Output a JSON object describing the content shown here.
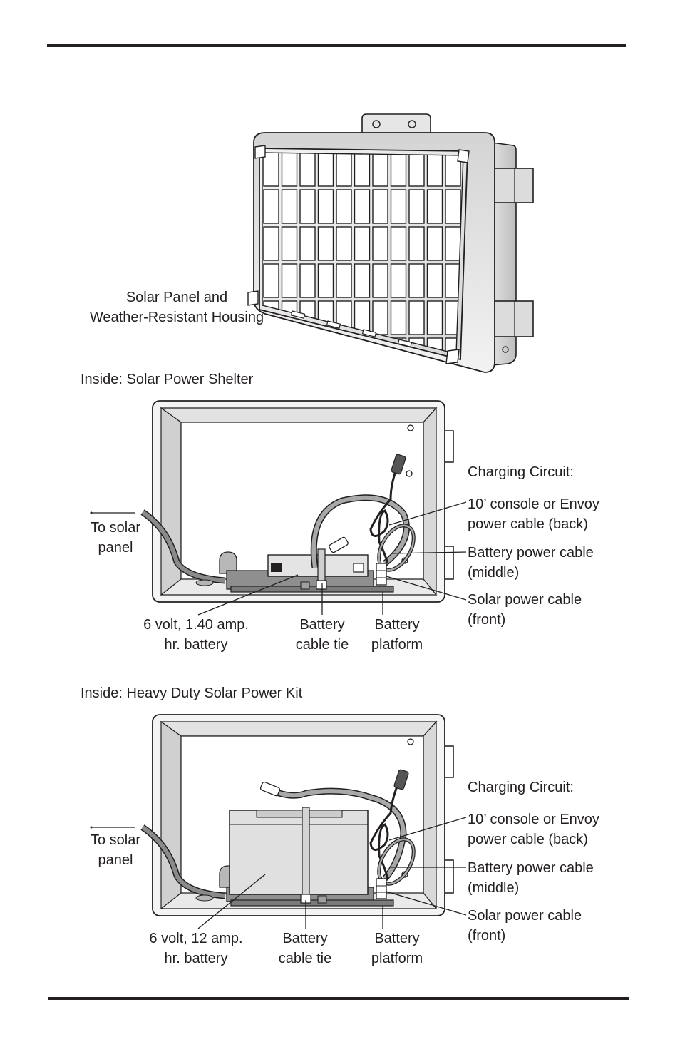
{
  "figure1": {
    "caption_lines": [
      "Solar Panel and",
      "Weather-Resistant Housing"
    ]
  },
  "figure2": {
    "heading": "Inside:  Solar Power Shelter",
    "to_solar": [
      "To solar",
      "panel"
    ],
    "charging": "Charging Circuit:",
    "console_cable": [
      "10’ console or Envoy",
      "power cable (back)"
    ],
    "battery_cable": [
      "Battery power cable",
      "(middle)"
    ],
    "solar_cable": [
      "Solar power cable",
      "(front)"
    ],
    "battery": [
      "6 volt, 1.40 amp.",
      "hr. battery"
    ],
    "cable_tie": [
      "Battery",
      "cable tie"
    ],
    "platform": [
      "Battery",
      "platform"
    ]
  },
  "figure3": {
    "heading": "Inside:  Heavy Duty Solar Power Kit",
    "to_solar": [
      "To solar",
      "panel"
    ],
    "charging": "Charging Circuit:",
    "console_cable": [
      "10’ console  or Envoy",
      "power cable (back)"
    ],
    "battery_cable": [
      "Battery power cable",
      "(middle)"
    ],
    "solar_cable": [
      "Solar power cable",
      "(front)"
    ],
    "battery": [
      "6 volt, 12 amp.",
      "hr. battery"
    ],
    "cable_tie": [
      "Battery",
      "cable tie"
    ],
    "platform": [
      "Battery",
      "platform"
    ]
  }
}
